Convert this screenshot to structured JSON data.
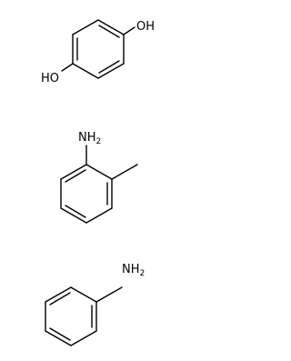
{
  "molecules": [
    {
      "id": "hydroquinone",
      "labels": [
        {
          "text": "OH"
        },
        {
          "text": "HO"
        }
      ]
    },
    {
      "id": "o-toluidine",
      "labels": [
        {
          "main": "NH",
          "sub": "2"
        }
      ]
    },
    {
      "id": "aniline",
      "labels": [
        {
          "main": "NH",
          "sub": "2"
        }
      ]
    }
  ],
  "colors": {
    "bond": "#000000",
    "label": "#000000",
    "background": "#ffffff"
  }
}
